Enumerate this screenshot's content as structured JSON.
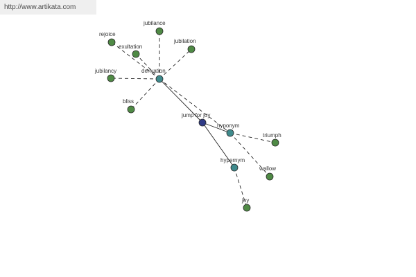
{
  "watermark": "http://www.artikata.com",
  "colors": {
    "leaf": "#4f8a45",
    "relation": "#3f8a8c",
    "center": "#2f3a86",
    "node_stroke": "#2a2a2a",
    "edge": "#222222"
  },
  "nodes": [
    {
      "id": "jump-for-joy",
      "label": "jump for joy",
      "kind": "center"
    },
    {
      "id": "derivation",
      "label": "derivation",
      "kind": "relation"
    },
    {
      "id": "hyponym",
      "label": "hyponym",
      "kind": "relation"
    },
    {
      "id": "hypernym",
      "label": "hypernym",
      "kind": "relation"
    },
    {
      "id": "jubilance",
      "label": "jubilance",
      "kind": "leaf"
    },
    {
      "id": "rejoice",
      "label": "rejoice",
      "kind": "leaf"
    },
    {
      "id": "exultation",
      "label": "exultation",
      "kind": "leaf"
    },
    {
      "id": "jubilation",
      "label": "jubilation",
      "kind": "leaf"
    },
    {
      "id": "jubilancy",
      "label": "jubilancy",
      "kind": "leaf"
    },
    {
      "id": "bliss",
      "label": "bliss",
      "kind": "leaf"
    },
    {
      "id": "triumph",
      "label": "triumph",
      "kind": "leaf"
    },
    {
      "id": "wallow",
      "label": "wallow",
      "kind": "leaf"
    },
    {
      "id": "joy",
      "label": "joy",
      "kind": "leaf"
    }
  ],
  "edges": [
    {
      "from": "jump-for-joy",
      "to": "derivation",
      "style": "solid"
    },
    {
      "from": "jump-for-joy",
      "to": "hyponym",
      "style": "solid"
    },
    {
      "from": "jump-for-joy",
      "to": "hypernym",
      "style": "solid"
    },
    {
      "from": "derivation",
      "to": "jubilance",
      "style": "dashed"
    },
    {
      "from": "derivation",
      "to": "rejoice",
      "style": "dashed"
    },
    {
      "from": "derivation",
      "to": "exultation",
      "style": "dashed"
    },
    {
      "from": "derivation",
      "to": "jubilation",
      "style": "dashed"
    },
    {
      "from": "derivation",
      "to": "jubilancy",
      "style": "dashed"
    },
    {
      "from": "derivation",
      "to": "bliss",
      "style": "dashed"
    },
    {
      "from": "derivation",
      "to": "hyponym",
      "style": "dashed"
    },
    {
      "from": "hyponym",
      "to": "triumph",
      "style": "dashed"
    },
    {
      "from": "hyponym",
      "to": "wallow",
      "style": "dashed"
    },
    {
      "from": "hypernym",
      "to": "joy",
      "style": "dashed"
    }
  ]
}
